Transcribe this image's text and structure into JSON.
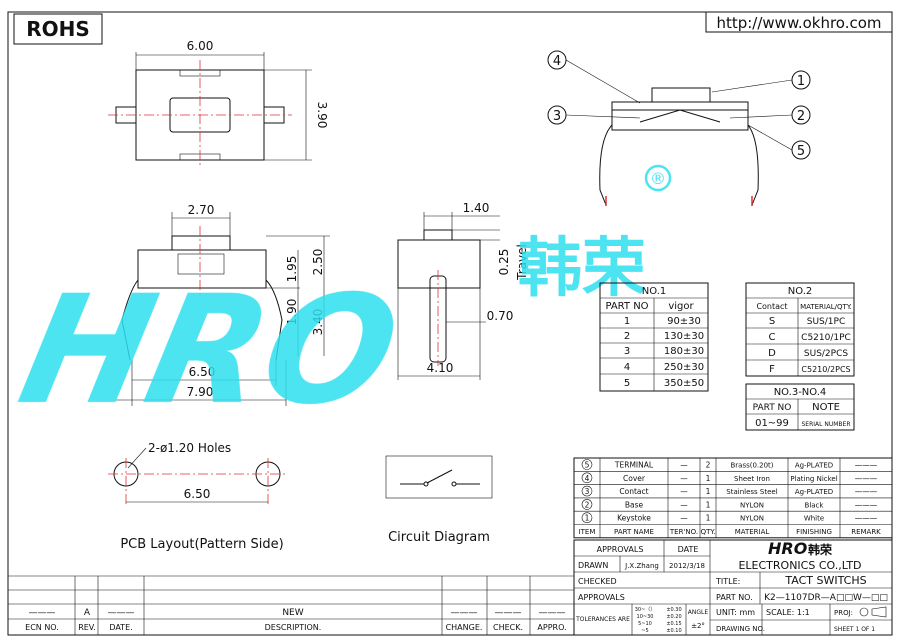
{
  "header": {
    "rohs": "ROHS",
    "url": "http://www.okhro.com"
  },
  "watermark": {
    "logo_text": "HRO",
    "chinese": "韩荣",
    "registered": "®"
  },
  "top_view": {
    "width": "6.00",
    "height": "3.90"
  },
  "front_view": {
    "width_top": "2.70",
    "d1": "1.95",
    "d2": "2.50",
    "d3": "1.90",
    "d4": "3.40",
    "pitch": "6.50",
    "overall": "7.90"
  },
  "side_view": {
    "width": "1.40",
    "travel_value": "0.25",
    "travel_label": "Travel",
    "pin": "0.70",
    "length": "4.10"
  },
  "pcb": {
    "holes": "2-ø1.20 Holes",
    "pitch": "6.50",
    "caption": "PCB Layout(Pattern Side)"
  },
  "circuit": {
    "caption": "Circuit Diagram"
  },
  "exploded": {
    "callouts": [
      "1",
      "2",
      "3",
      "4",
      "5"
    ]
  },
  "table_no1": {
    "title": "NO.1",
    "headers": [
      "PART  NO",
      "vigor"
    ],
    "rows": [
      [
        "1",
        "90±30"
      ],
      [
        "2",
        "130±30"
      ],
      [
        "3",
        "180±30"
      ],
      [
        "4",
        "250±30"
      ],
      [
        "5",
        "350±50"
      ]
    ]
  },
  "table_no2": {
    "title": "NO.2",
    "headers": [
      "Contact",
      "MATERIAL/QTY."
    ],
    "rows": [
      [
        "S",
        "SUS/1PC"
      ],
      [
        "C",
        "C5210/1PC"
      ],
      [
        "D",
        "SUS/2PCS"
      ],
      [
        "F",
        "C5210/2PCS"
      ]
    ]
  },
  "table_no34": {
    "title": "NO.3-NO.4",
    "headers": [
      "PART  NO",
      "NOTE"
    ],
    "rows": [
      [
        "01~99",
        "SERIAL NUMBER"
      ]
    ]
  },
  "bom": {
    "rows": [
      {
        "item": "5",
        "name": "TERMINAL",
        "ter": "—",
        "qty": "2",
        "material": "Brass(0.20t)",
        "finishing": "Ag-PLATED",
        "remark": "———"
      },
      {
        "item": "4",
        "name": "Cover",
        "ter": "—",
        "qty": "1",
        "material": "Sheet Iron",
        "finishing": "Plating Nickel",
        "remark": "———"
      },
      {
        "item": "3",
        "name": "Contact",
        "ter": "—",
        "qty": "1",
        "material": "Stainless Steel",
        "finishing": "Ag-PLATED",
        "remark": "———"
      },
      {
        "item": "2",
        "name": "Base",
        "ter": "—",
        "qty": "1",
        "material": "NYLON",
        "finishing": "Black",
        "remark": "———"
      },
      {
        "item": "1",
        "name": "Keystoke",
        "ter": "—",
        "qty": "1",
        "material": "NYLON",
        "finishing": "White",
        "remark": "———"
      }
    ],
    "headers": [
      "ITEM",
      "PART NAME",
      "TER'NO.",
      "QTY.",
      "MATERIAL",
      "FINISHING",
      "REMARK"
    ]
  },
  "title_block": {
    "approvals": "APPROVALS",
    "date": "DATE",
    "drawn": "DRAWN",
    "drawn_by": "J.X.Zhang",
    "drawn_date": "2012/3/18",
    "checked": "CHECKED",
    "approvals2": "APPROVALS",
    "company": "ELECTRONICS  CO.,LTD",
    "title_label": "TITLE:",
    "title": "TACT  SWITCHS",
    "part_label": "PART  NO.",
    "part_no": "K2—1107DR—A□□W—□□",
    "tolerances": "TOLERANCES  ARE",
    "tol_rows": [
      [
        "30~（）",
        "±0.30"
      ],
      [
        "10~30",
        "±0.20"
      ],
      [
        "5~10",
        "±0.15"
      ],
      [
        "~5",
        "±0.10"
      ]
    ],
    "angle": "ANGLE",
    "angle_tol": "±2°",
    "unit": "UNIT:  mm",
    "scale": "SCALE:  1:1",
    "proj": "PROJ:",
    "drawing_no": "DRAWING  NO.",
    "sheet": "SHEET  1  OF  1"
  },
  "revision_block": {
    "new": "NEW",
    "a": "A",
    "dash": "———",
    "headers": [
      "ECN NO.",
      "REV.",
      "DATE.",
      "DESCRIPTION.",
      "CHANGE.",
      "CHECK.",
      "APPRO."
    ]
  },
  "colors": {
    "watermark": "#2ee0f0",
    "centerline": "#e03030"
  }
}
